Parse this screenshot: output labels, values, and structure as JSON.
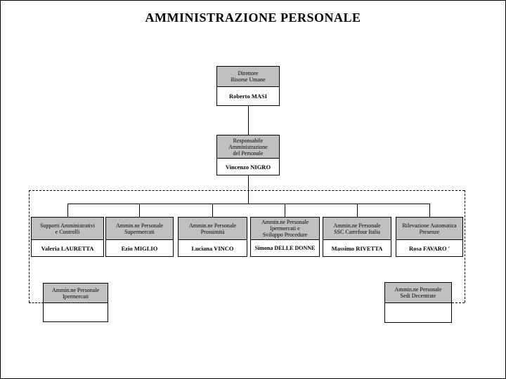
{
  "title": "AMMINISTRAZIONE PERSONALE",
  "colors": {
    "header_fill": "#c0c0c0",
    "border": "#000000",
    "background": "#ffffff"
  },
  "boxes": {
    "direttore": {
      "role": "Direttore\nRisorse Umane",
      "name": "Roberto MASI"
    },
    "responsabile": {
      "role": "Responsabile\nAmministrazione\ndel Personale",
      "name": "Vincenzo NIGRO"
    },
    "row": [
      {
        "role": "Supporti Amministrativi\ne Controlli",
        "name": "Valeria LAURETTA"
      },
      {
        "role": "Ammin.ne Personale\nSupermercati",
        "name": "Ezio MIGLIO"
      },
      {
        "role": "Ammin.ne Personale\nProssimità",
        "name": "Luciana VINCO"
      },
      {
        "role": "Ammin.ne Personale\nIpermercati e\nSviluppo Procedure",
        "name": "Simona DELLE DONNE"
      },
      {
        "role": "Ammin.ne Personale\nSSC Carrefour Italia",
        "name": "Massimo RIVETTA"
      },
      {
        "role": "Rilevazione Automatica\nPresenze",
        "name": "Rosa FAVARO '"
      }
    ],
    "bottom": [
      {
        "role": "Ammin.ne Personale\nIpermercati",
        "name": ""
      },
      {
        "role": "Ammin.ne Personale\nSedi Decentrate",
        "name": ""
      }
    ]
  }
}
